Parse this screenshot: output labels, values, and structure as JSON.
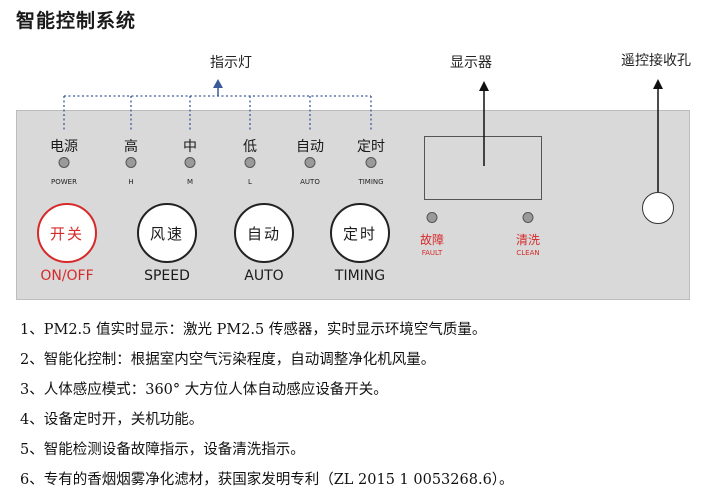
{
  "title": "智能控制系统",
  "callouts": {
    "indicator": "指示灯",
    "display": "显示器",
    "receiver": "遥控接收孔"
  },
  "indicators": [
    {
      "label": "电源",
      "sub": "POWER"
    },
    {
      "label": "高",
      "sub": "H"
    },
    {
      "label": "中",
      "sub": "M"
    },
    {
      "label": "低",
      "sub": "L"
    },
    {
      "label": "自动",
      "sub": "AUTO"
    },
    {
      "label": "定时",
      "sub": "TIMING"
    }
  ],
  "buttons": [
    {
      "label": "开关",
      "sub": "ON/OFF"
    },
    {
      "label": "风速",
      "sub": "SPEED"
    },
    {
      "label": "自动",
      "sub": "AUTO"
    },
    {
      "label": "定时",
      "sub": "TIMING"
    }
  ],
  "status_lights": [
    {
      "label": "故障",
      "sub": "FAULT"
    },
    {
      "label": "清洗",
      "sub": "CLEAN"
    }
  ],
  "colors": {
    "panel": "#d9d9d9",
    "accent_red": "#d62a2a",
    "leader_blue": "#3a5a9a"
  },
  "features": [
    "1、PM2.5 值实时显示：激光 PM2.5 传感器，实时显示环境空气质量。",
    "2、智能化控制：根据室内空气污染程度，自动调整净化机风量。",
    "3、人体感应模式：360° 大方位人体自动感应设备开关。",
    "4、设备定时开，关机功能。",
    "5、智能检测设备故障指示，设备清洗指示。",
    "6、专有的香烟烟雾净化滤材，获国家发明专利（ZL 2015 1 0053268.6）。"
  ]
}
